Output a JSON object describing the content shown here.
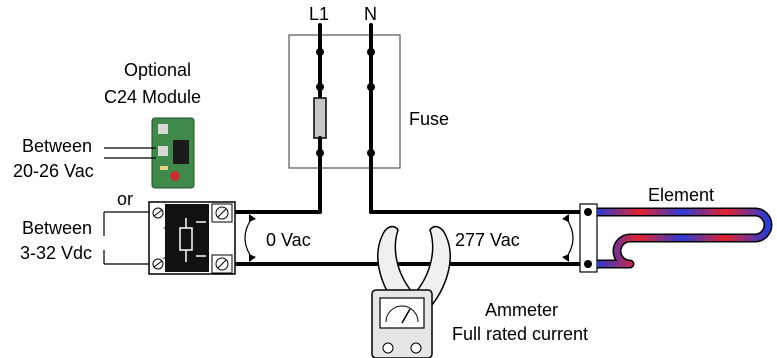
{
  "labels": {
    "l1": "L1",
    "n": "N",
    "fuse": "Fuse",
    "optional_line1": "Optional",
    "optional_line2": "C24 Module",
    "between_ac_line1": "Between",
    "between_ac_line2": "20-26 Vac",
    "or": "or",
    "between_dc_line1": "Between",
    "between_dc_line2": "3-32 Vdc",
    "minus": "-",
    "plus": "+",
    "zero_vac": "0 Vac",
    "v277": "277 Vac",
    "element": "Element",
    "ammeter_line1": "Ammeter",
    "ammeter_line2": "Full rated current"
  },
  "colors": {
    "wire": "#000000",
    "element_hot": "#e3232b",
    "element_cool": "#2a3bd6",
    "fuse_box_fill": "#ffffff",
    "fuse_fill": "#c8c8c8",
    "module_board": "#3f8a4a",
    "relay_body": "#111111",
    "meter_body": "#e6e6e6"
  }
}
